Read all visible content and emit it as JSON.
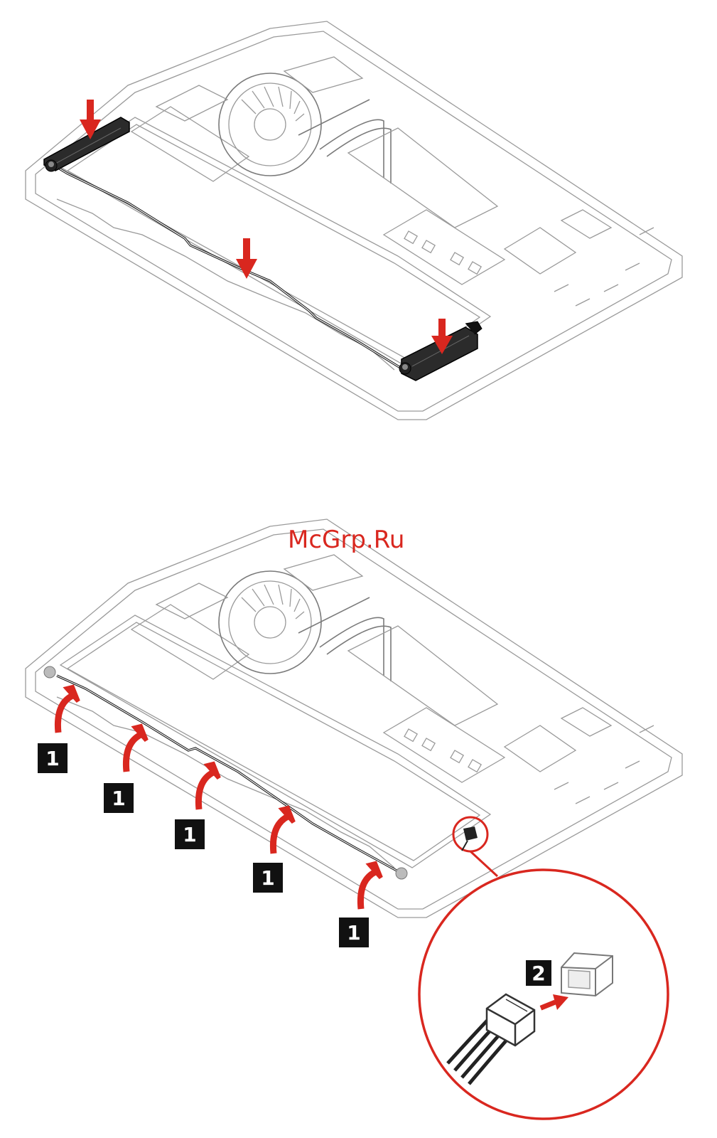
{
  "watermark": "McGrp.Ru",
  "step1": {
    "title": "",
    "arrows": 3
  },
  "step2": {
    "callouts": [
      "1",
      "1",
      "1",
      "1",
      "1",
      "2"
    ]
  },
  "colors": {
    "accent": "#d9271f",
    "callout_bg": "#111111",
    "line_art": "#9a9a9a"
  }
}
